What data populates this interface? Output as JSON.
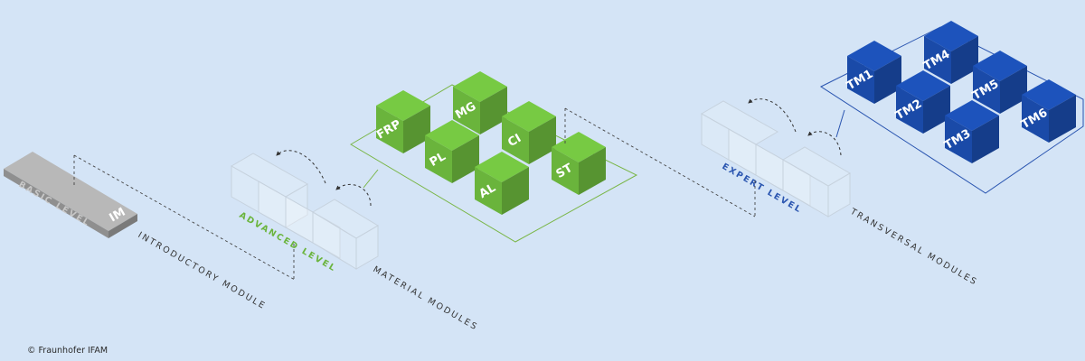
{
  "basic": {
    "level_label": "BASIC LEVEL",
    "module_code": "IM",
    "module_title": "INTRODUCTORY MODULE"
  },
  "advanced": {
    "level_label": "ADVANCED LEVEL",
    "group_title": "MATERIAL MODULES",
    "modules": [
      "FRP",
      "MG",
      "PL",
      "CI",
      "AL",
      "ST"
    ]
  },
  "expert": {
    "level_label": "EXPERT LEVEL",
    "group_title": "TRANSVERSAL MODULES",
    "modules": [
      "TM1",
      "TM4",
      "TM2",
      "TM5",
      "TM3",
      "TM6"
    ]
  },
  "copyright": "© Fraunhofer IFAM",
  "colors": {
    "background": "#d4e4f6",
    "green": "#6ab43c",
    "blue": "#1a4aa8",
    "gray": "#9a9a9a",
    "advanced_label": "#6ab43c",
    "expert_label": "#2a55b0"
  }
}
